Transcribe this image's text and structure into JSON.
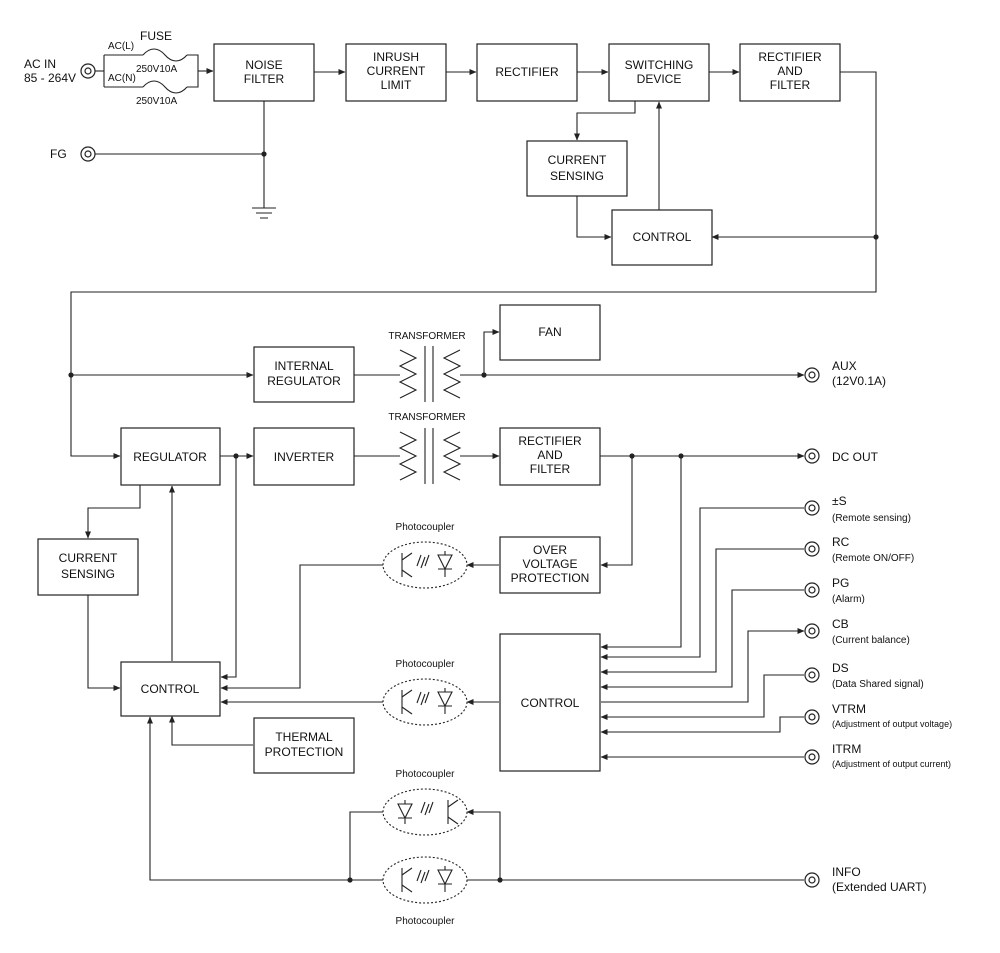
{
  "inputs": {
    "ac_in": [
      "AC IN",
      "85 - 264V"
    ],
    "fg": "FG",
    "ac_l": "AC(L)",
    "ac_n": "AC(N)",
    "fuse": "FUSE",
    "fuse_rating_top": "250V10A",
    "fuse_rating_bottom": "250V10A"
  },
  "blocks": {
    "noise_filter": [
      "NOISE",
      "FILTER"
    ],
    "inrush": [
      "INRUSH",
      "CURRENT",
      "LIMIT"
    ],
    "rectifier1": [
      "RECTIFIER"
    ],
    "switching": [
      "SWITCHING",
      "DEVICE"
    ],
    "rect_filter1": [
      "RECTIFIER",
      "AND",
      "FILTER"
    ],
    "current_sensing1": [
      "CURRENT",
      "SENSING"
    ],
    "control1": [
      "CONTROL"
    ],
    "fan": [
      "FAN"
    ],
    "internal_regulator": [
      "INTERNAL",
      "REGULATOR"
    ],
    "regulator": [
      "REGULATOR"
    ],
    "inverter": [
      "INVERTER"
    ],
    "rect_filter2": [
      "RECTIFIER",
      "AND",
      "FILTER"
    ],
    "current_sensing2": [
      "CURRENT",
      "SENSING"
    ],
    "ovp": [
      "OVER",
      "VOLTAGE",
      "PROTECTION"
    ],
    "control2": [
      "CONTROL"
    ],
    "control3": [
      "CONTROL"
    ],
    "thermal": [
      "THERMAL",
      "PROTECTION"
    ]
  },
  "labels": {
    "transformer1": "TRANSFORMER",
    "transformer2": "TRANSFORMER",
    "photocoupler1": "Photocoupler",
    "photocoupler2": "Photocoupler",
    "photocoupler3": "Photocoupler",
    "photocoupler4": "Photocoupler"
  },
  "outputs": {
    "aux": [
      "AUX",
      "(12V0.1A)"
    ],
    "dc_out": [
      "DC OUT"
    ],
    "s": [
      "±S",
      "(Remote sensing)"
    ],
    "rc": [
      "RC",
      "(Remote  ON/OFF)"
    ],
    "pg": [
      "PG",
      "(Alarm)"
    ],
    "cb": [
      "CB",
      "(Current balance)"
    ],
    "ds": [
      "DS",
      "(Data Shared signal)"
    ],
    "vtrm": [
      "VTRM",
      "(Adjustment of output voltage)"
    ],
    "itrm": [
      "ITRM",
      "(Adjustment of output current)"
    ],
    "info": [
      "INFO",
      "(Extended UART)"
    ]
  }
}
